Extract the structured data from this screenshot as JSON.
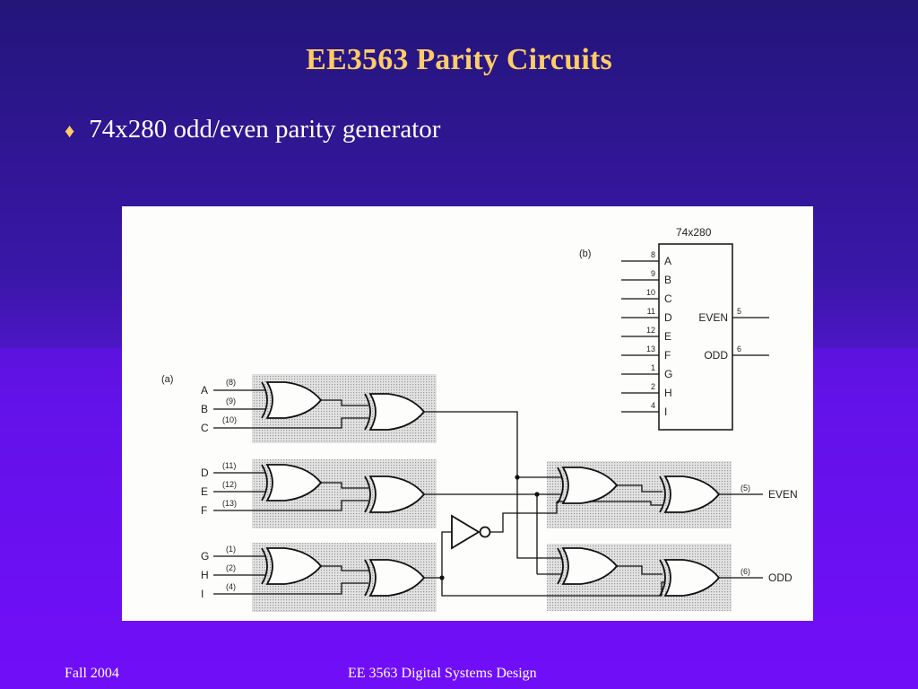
{
  "slide": {
    "title": "EE3563 Parity Circuits",
    "bullet_icon": "diamond-bullet-icon",
    "bullet_text": "74x280 odd/even parity generator"
  },
  "figure": {
    "panel_a_label": "(a)",
    "panel_b_label": "(b)",
    "chip_name": "74x280",
    "inputs": [
      {
        "name": "A",
        "pin": "8",
        "pin_paren": "(8)"
      },
      {
        "name": "B",
        "pin": "9",
        "pin_paren": "(9)"
      },
      {
        "name": "C",
        "pin": "10",
        "pin_paren": "(10)"
      },
      {
        "name": "D",
        "pin": "11",
        "pin_paren": "(11)"
      },
      {
        "name": "E",
        "pin": "12",
        "pin_paren": "(12)"
      },
      {
        "name": "F",
        "pin": "13",
        "pin_paren": "(13)"
      },
      {
        "name": "G",
        "pin": "1",
        "pin_paren": "(1)"
      },
      {
        "name": "H",
        "pin": "2",
        "pin_paren": "(2)"
      },
      {
        "name": "I",
        "pin": "4",
        "pin_paren": "(4)"
      }
    ],
    "outputs": [
      {
        "name": "EVEN",
        "pin": "5",
        "pin_paren": "(5)"
      },
      {
        "name": "ODD",
        "pin": "6",
        "pin_paren": "(6)"
      }
    ]
  },
  "footer": {
    "left": "Fall 2004",
    "center": "EE 3563 Digital Systems Design"
  }
}
